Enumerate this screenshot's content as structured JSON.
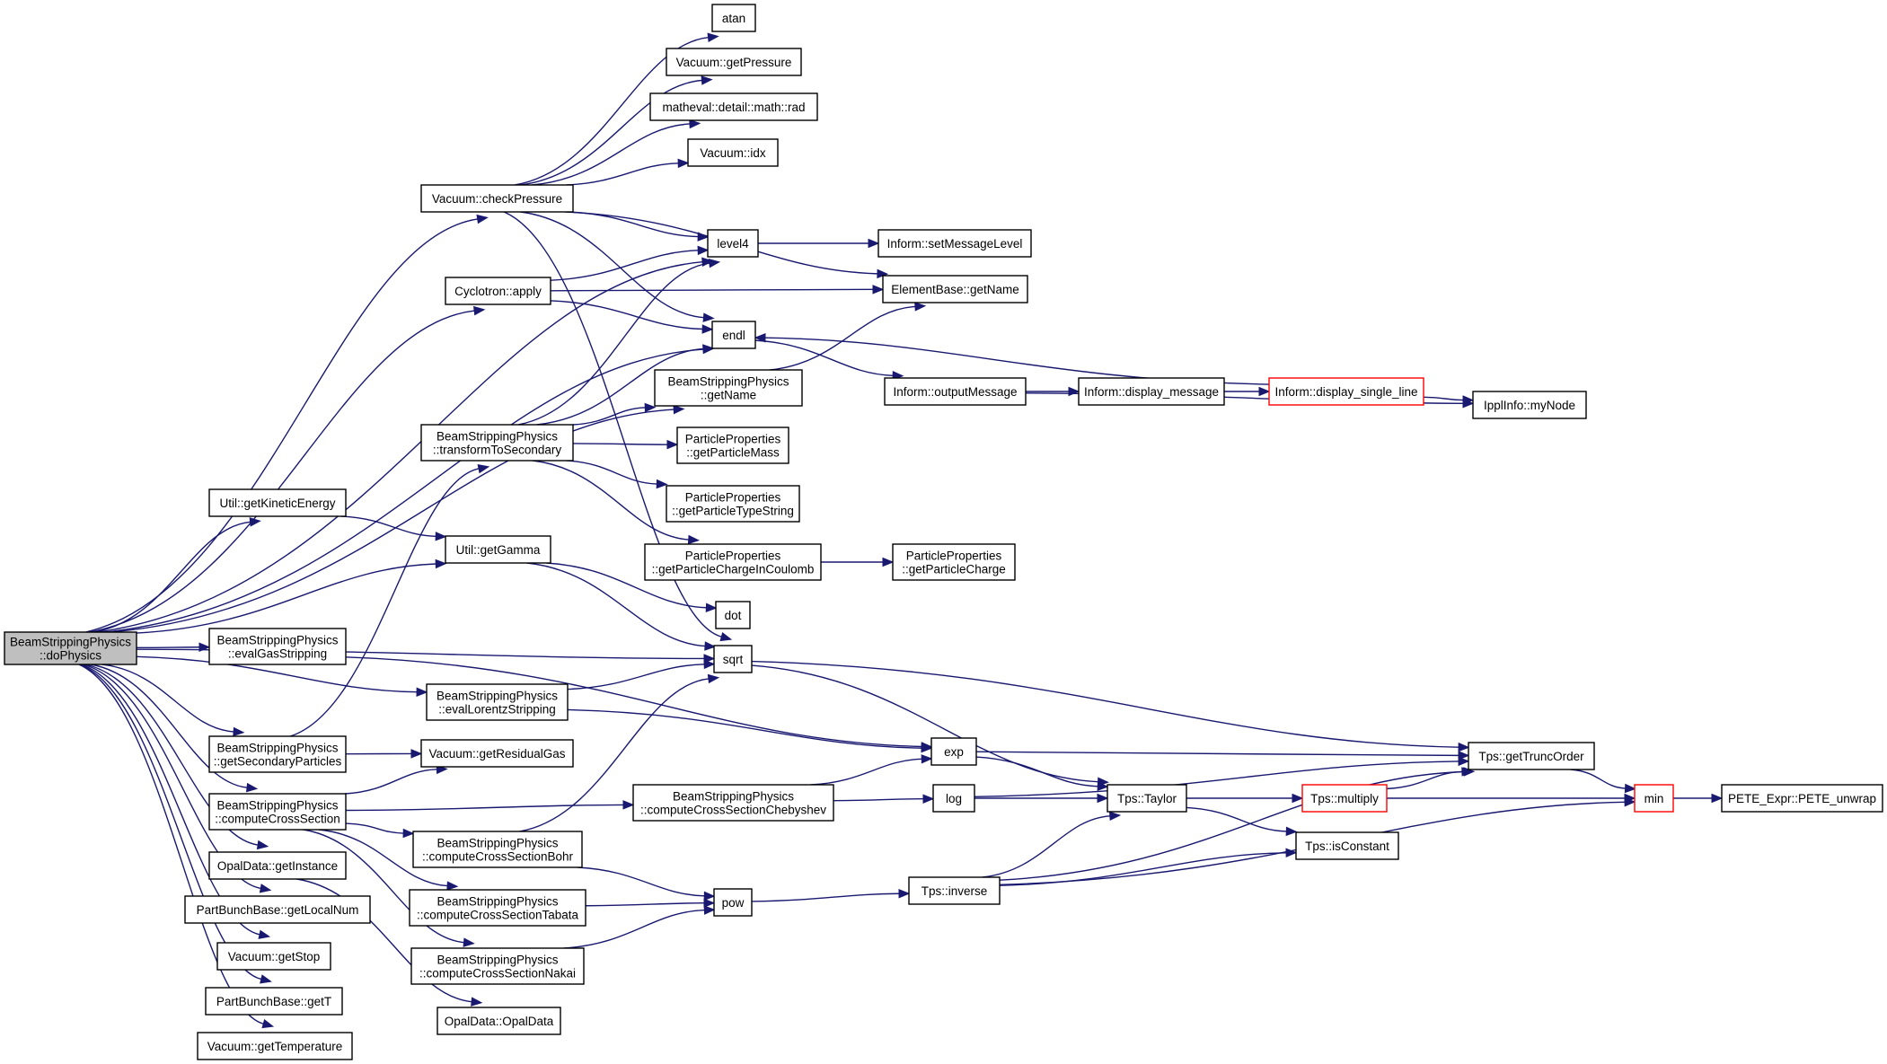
{
  "graph": {
    "colors": {
      "edge": "#191970",
      "root_fill": "#bfbfbf",
      "node_fill": "#ffffff",
      "truncated_border": "#ff0000"
    },
    "nodes": [
      {
        "id": "root",
        "lines": [
          "BeamStrippingPhysics",
          "::doPhysics"
        ],
        "root": true
      },
      {
        "id": "checkPressure",
        "lines": [
          "Vacuum::checkPressure"
        ]
      },
      {
        "id": "cycApply",
        "lines": [
          "Cyclotron::apply"
        ]
      },
      {
        "id": "getKinetic",
        "lines": [
          "Util::getKineticEnergy"
        ]
      },
      {
        "id": "getGamma",
        "lines": [
          "Util::getGamma"
        ]
      },
      {
        "id": "evalGas",
        "lines": [
          "BeamStrippingPhysics",
          "::evalGasStripping"
        ]
      },
      {
        "id": "getSecondary",
        "lines": [
          "BeamStrippingPhysics",
          "::getSecondaryParticles"
        ]
      },
      {
        "id": "computeCS",
        "lines": [
          "BeamStrippingPhysics",
          "::computeCrossSection"
        ]
      },
      {
        "id": "getInstance",
        "lines": [
          "OpalData::getInstance"
        ]
      },
      {
        "id": "getLocalNum",
        "lines": [
          "PartBunchBase::getLocalNum"
        ]
      },
      {
        "id": "getStop",
        "lines": [
          "Vacuum::getStop"
        ]
      },
      {
        "id": "getT",
        "lines": [
          "PartBunchBase::getT"
        ]
      },
      {
        "id": "getTemp",
        "lines": [
          "Vacuum::getTemperature"
        ]
      },
      {
        "id": "atan",
        "lines": [
          "atan"
        ]
      },
      {
        "id": "getPressure",
        "lines": [
          "Vacuum::getPressure"
        ]
      },
      {
        "id": "rad",
        "lines": [
          "matheval::detail::math::rad"
        ]
      },
      {
        "id": "idx",
        "lines": [
          "Vacuum::idx"
        ]
      },
      {
        "id": "level4",
        "lines": [
          "level4"
        ]
      },
      {
        "id": "endl",
        "lines": [
          "endl"
        ]
      },
      {
        "id": "bspGetName",
        "lines": [
          "BeamStrippingPhysics",
          "::getName"
        ]
      },
      {
        "id": "transform",
        "lines": [
          "BeamStrippingPhysics",
          "::transformToSecondary"
        ]
      },
      {
        "id": "ppMass",
        "lines": [
          "ParticleProperties",
          "::getParticleMass"
        ]
      },
      {
        "id": "ppTypeString",
        "lines": [
          "ParticleProperties",
          "::getParticleTypeString"
        ]
      },
      {
        "id": "ppChargeC",
        "lines": [
          "ParticleProperties",
          "::getParticleChargeInCoulomb"
        ]
      },
      {
        "id": "ppCharge",
        "lines": [
          "ParticleProperties",
          "::getParticleCharge"
        ]
      },
      {
        "id": "dot",
        "lines": [
          "dot"
        ]
      },
      {
        "id": "sqrt",
        "lines": [
          "sqrt"
        ]
      },
      {
        "id": "evalLorentz",
        "lines": [
          "BeamStrippingPhysics",
          "::evalLorentzStripping"
        ]
      },
      {
        "id": "residualGas",
        "lines": [
          "Vacuum::getResidualGas"
        ]
      },
      {
        "id": "csCheb",
        "lines": [
          "BeamStrippingPhysics",
          "::computeCrossSectionChebyshev"
        ]
      },
      {
        "id": "csBohr",
        "lines": [
          "BeamStrippingPhysics",
          "::computeCrossSectionBohr"
        ]
      },
      {
        "id": "csTabata",
        "lines": [
          "BeamStrippingPhysics",
          "::computeCrossSectionTabata"
        ]
      },
      {
        "id": "csNakai",
        "lines": [
          "BeamStrippingPhysics",
          "::computeCrossSectionNakai"
        ]
      },
      {
        "id": "opalData",
        "lines": [
          "OpalData::OpalData"
        ]
      },
      {
        "id": "setMsgLevel",
        "lines": [
          "Inform::setMessageLevel"
        ]
      },
      {
        "id": "ebGetName",
        "lines": [
          "ElementBase::getName"
        ]
      },
      {
        "id": "outputMsg",
        "lines": [
          "Inform::outputMessage"
        ]
      },
      {
        "id": "displayMsg",
        "lines": [
          "Inform::display_message"
        ]
      },
      {
        "id": "displaySingle",
        "lines": [
          "Inform::display_single_line"
        ],
        "truncated": true
      },
      {
        "id": "myNode",
        "lines": [
          "IpplInfo::myNode"
        ]
      },
      {
        "id": "exp",
        "lines": [
          "exp"
        ]
      },
      {
        "id": "log",
        "lines": [
          "log"
        ]
      },
      {
        "id": "pow",
        "lines": [
          "pow"
        ]
      },
      {
        "id": "tpsInverse",
        "lines": [
          "Tps::inverse"
        ]
      },
      {
        "id": "tpsTaylor",
        "lines": [
          "Tps::Taylor"
        ]
      },
      {
        "id": "tpsMultiply",
        "lines": [
          "Tps::multiply"
        ],
        "truncated": true
      },
      {
        "id": "tpsIsConst",
        "lines": [
          "Tps::isConstant"
        ]
      },
      {
        "id": "tpsTrunc",
        "lines": [
          "Tps::getTruncOrder"
        ]
      },
      {
        "id": "min",
        "lines": [
          "min"
        ],
        "truncated": true
      },
      {
        "id": "peteUnwrap",
        "lines": [
          "PETE_Expr::PETE_unwrap"
        ]
      }
    ]
  }
}
